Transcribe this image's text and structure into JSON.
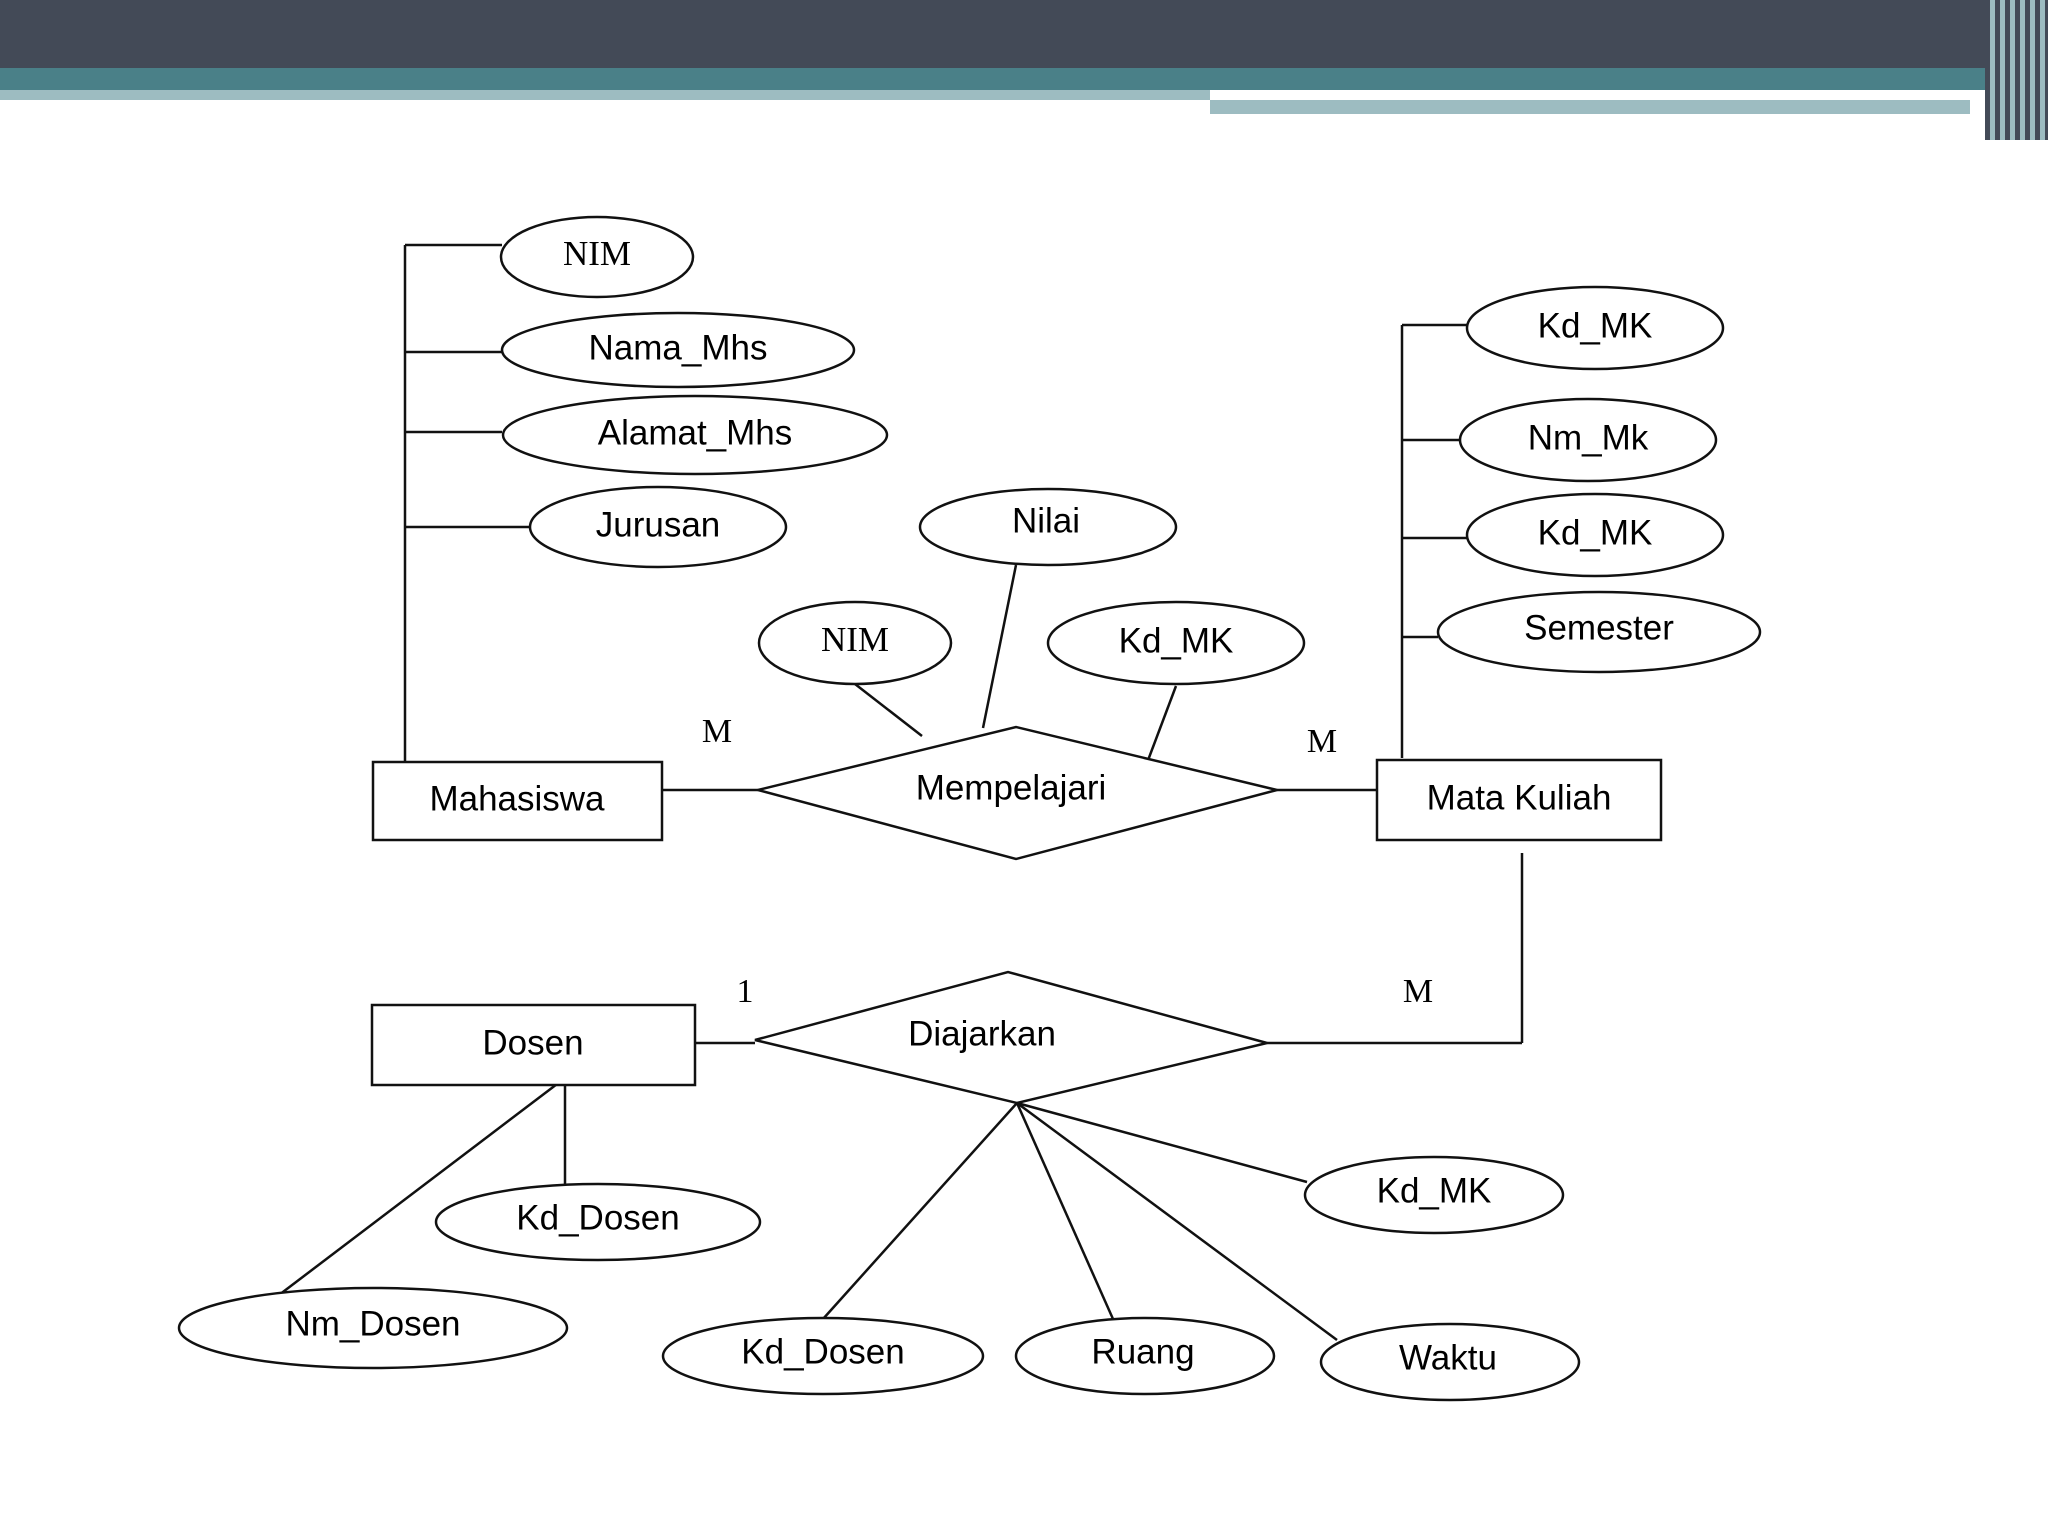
{
  "slide": {
    "colors": {
      "header": "#434a57",
      "teal": "#4a8088",
      "light": "#9dbcc1"
    }
  },
  "diagram": {
    "entities": {
      "mahasiswa": "Mahasiswa",
      "mata_kuliah": "Mata Kuliah",
      "dosen": "Dosen"
    },
    "relationships": {
      "mempelajari": "Mempelajari",
      "diajarkan": "Diajarkan"
    },
    "attributes": {
      "mhs_nim": "NIM",
      "mhs_nama": "Nama_Mhs",
      "mhs_alamat": "Alamat_Mhs",
      "mhs_jurusan": "Jurusan",
      "mk_kd1": "Kd_MK",
      "mk_nm": "Nm_Mk",
      "mk_kd2": "Kd_MK",
      "mk_semester": "Semester",
      "rel_nilai": "Nilai",
      "rel_nim": "NIM",
      "rel_kdmk": "Kd_MK",
      "dosen_kd": "Kd_Dosen",
      "dosen_nm": "Nm_Dosen",
      "ajar_kddosen": "Kd_Dosen",
      "ajar_ruang": "Ruang",
      "ajar_waktu": "Waktu",
      "ajar_kdmk": "Kd_MK"
    },
    "cardinalities": {
      "mempelajari_left": "M",
      "mempelajari_right": "M",
      "diajarkan_left": "1",
      "diajarkan_right": "M"
    }
  }
}
